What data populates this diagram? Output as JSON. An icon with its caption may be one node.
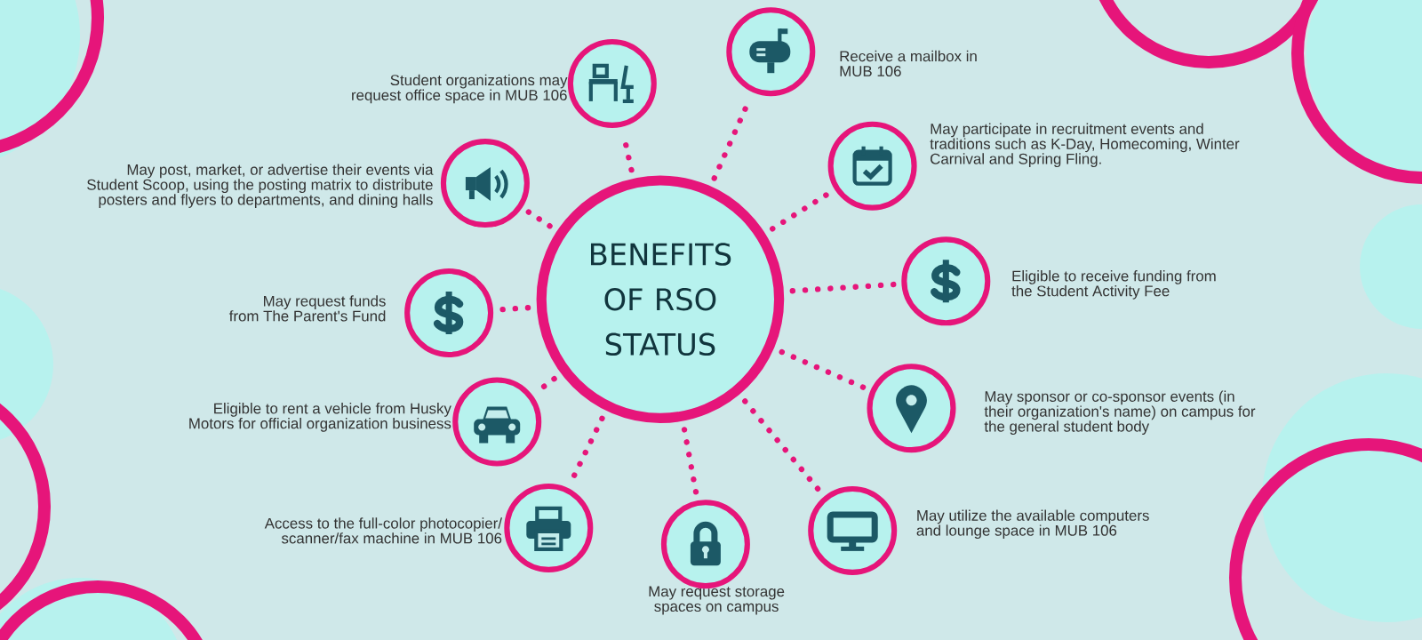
{
  "diagram": {
    "nodes": [
      {
        "text": [
          "BENEFITS OF RSO STATUS"
        ]
      },
      {
        "text": [],
        "shape": "circle",
        "beside": [
          "Receive a mailbox in MUB 106"
        ]
      },
      {
        "text": [],
        "shape": "circle",
        "beside": [
          "Student organizations may request office space in MUB 106"
        ]
      },
      {
        "text": [],
        "shape": "circle",
        "beside": [
          "May participate in recruitment events and traditions such as K-Day, Homecoming, Winter Carnival and Spring Fling."
        ]
      },
      {
        "text": [],
        "shape": "circle",
        "beside": [
          "May post, market, or advertise their events via Student Scoop, using the posting matrix to distribute posters and flyers to departments, and dining halls"
        ]
      },
      {
        "text": [],
        "shape": "circle",
        "beside": [
          "Eligible to receive funding from the Student Activity Fee"
        ]
      },
      {
        "text": [],
        "shape": "circle",
        "beside": [
          "May request funds from The Parent's Fund"
        ]
      },
      {
        "text": [],
        "shape": "circle",
        "beside": [
          "May sponsor or co-sponsor events (in their organization's name) on campus for the general student body"
        ]
      },
      {
        "text": [],
        "shape": "circle",
        "beside": [
          "Eligible to rent a vehicle from Husky Motors for official organization business"
        ]
      },
      {
        "text": [],
        "shape": "circle",
        "beside": [
          "May utilize the available computers and lounge space in MUB 106"
        ]
      },
      {
        "text": [],
        "shape": "circle",
        "beside": [
          "Access to the full-color photocopier/ scanner/fax machine in MUB 106"
        ]
      },
      {
        "text": [],
        "shape": "circle",
        "beside": [
          "May request storage spaces on campus"
        ]
      }
    ],
    "edges": [
      {
        "from": 0,
        "to": 1,
        "arrow": "none"
      },
      {
        "from": 0,
        "to": 2,
        "arrow": "none"
      },
      {
        "from": 0,
        "to": 3,
        "arrow": "none"
      },
      {
        "from": 0,
        "to": 4,
        "arrow": "none"
      },
      {
        "from": 0,
        "to": 5,
        "arrow": "none"
      },
      {
        "from": 0,
        "to": 6,
        "arrow": "none"
      },
      {
        "from": 0,
        "to": 7,
        "arrow": "none"
      },
      {
        "from": 0,
        "to": 8,
        "arrow": "none"
      },
      {
        "from": 0,
        "to": 9,
        "arrow": "none"
      },
      {
        "from": 0,
        "to": 10,
        "arrow": "none"
      },
      {
        "from": 0,
        "to": 11,
        "arrow": "none"
      }
    ]
  }
}
